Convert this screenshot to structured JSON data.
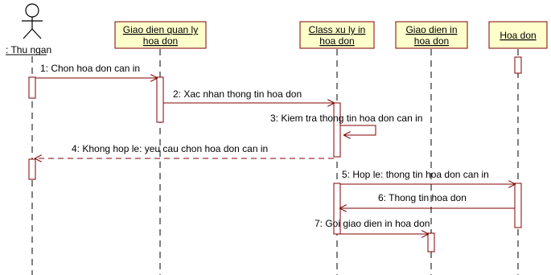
{
  "participants": {
    "actor": {
      "label": ": Thu ngan"
    },
    "ui_select": {
      "line1": "Giao dien quan ly",
      "line2": "hoa don"
    },
    "processor": {
      "line1": "Class xu ly in",
      "line2": "hoa don"
    },
    "ui_print": {
      "line1": "Giao dien in",
      "line2": "hoa don"
    },
    "invoice": {
      "line1": "Hoa don"
    }
  },
  "messages": {
    "m1": "1: Chon hoa don can in",
    "m2": "2: Xac nhan thong tin hoa don",
    "m3": "3: Kiem tra thong tin hoa don can in",
    "m4": "4: Khong hop le: yeu cau chon hoa don can in",
    "m5": "5: Hop le: thong tin hoa don can in",
    "m6": "6: Thong tin hoa don",
    "m7": "7: Goi giao dien in hoa don"
  },
  "colors": {
    "object_fill": "#ffffcc",
    "object_stroke": "#800000",
    "line": "#000000",
    "message_line": "#800000"
  }
}
